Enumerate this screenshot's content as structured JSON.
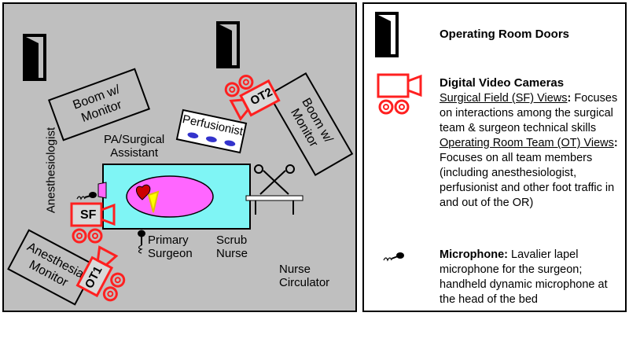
{
  "room": {
    "anesthesiologist": "Anesthesiologist",
    "pa_surgical_assistant": "PA/Surgical\nAssistant",
    "perfusionist": "Perfusionist",
    "boom_left": "Boom w/\nMonitor",
    "boom_right": "Boom w/\nMonitor",
    "anesthesia_monitor": "Anesthesia\nMonitor",
    "primary_surgeon": "Primary\nSurgeon",
    "scrub_nurse": "Scrub\nNurse",
    "nurse_circulator": "Nurse\nCirculator",
    "camera_sf": "SF",
    "camera_ot1": "OT1",
    "camera_ot2": "OT2"
  },
  "legend": {
    "doors_title": "Operating Room Doors",
    "cameras_title": "Digital Video Cameras",
    "sf_heading": "Surgical Field (SF) Views",
    "sf_colon": ":",
    "sf_text": " Focuses on interactions among the surgical team & surgeon technical skills",
    "ot_heading": "Operating Room Team (OT) Views",
    "ot_colon": ":",
    "ot_text": " Focuses on all team members (including anesthesiologist, perfusionist and other foot traffic in and out of the OR)",
    "mic_title": "Microphone:",
    "mic_text": " Lavalier lapel microphone for the surgeon; handheld dynamic microphone at the head of the bed"
  },
  "colors": {
    "room_floor": "#bfbfbf",
    "table": "#7ff5f5",
    "patient": "#ff66ff",
    "camera_red": "#ff2020",
    "heart": "#cc0000",
    "light_cone": "#ffff00",
    "perfusion_ovals": "#3333cc"
  },
  "icons": [
    "door-icon",
    "video-camera-icon",
    "microphone-icon",
    "scissors-icon"
  ]
}
